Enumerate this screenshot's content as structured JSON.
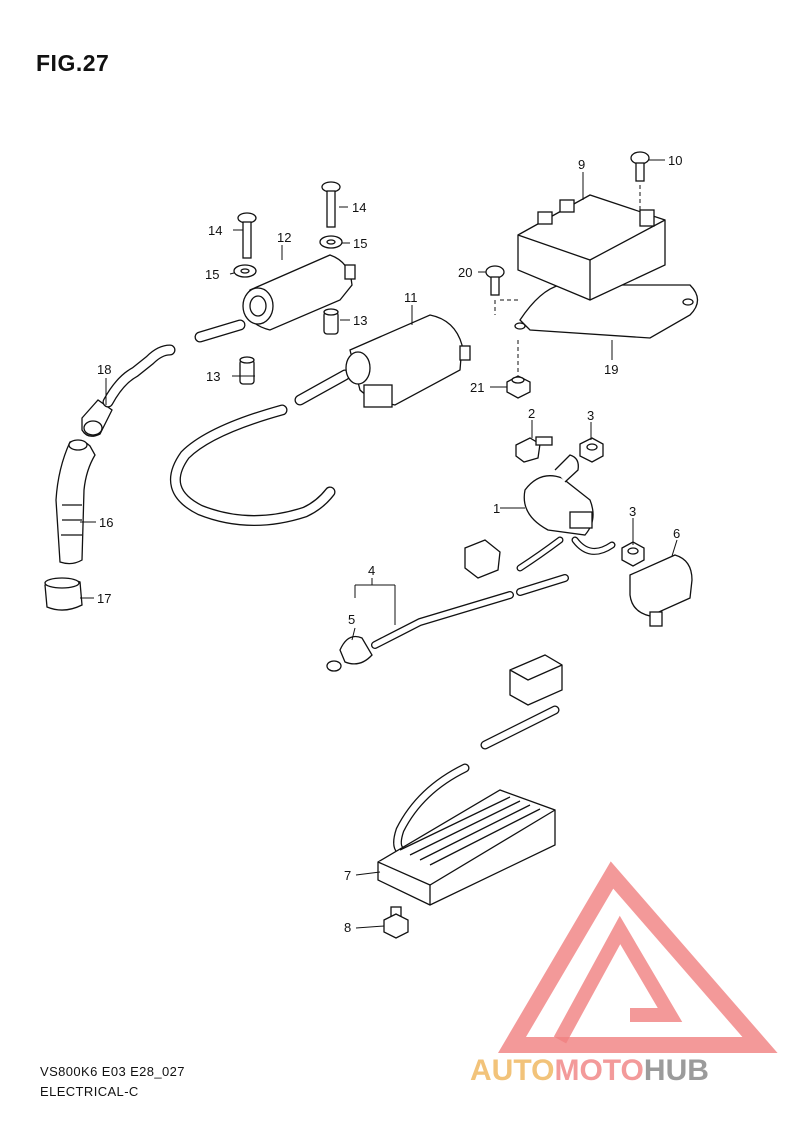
{
  "figure": {
    "title": "FIG.27",
    "model_code": "VS800K6 E03 E28_027",
    "section": "ELECTRICAL-C"
  },
  "watermark": {
    "brand_parts": [
      "AUTO",
      "MOTO",
      "HUB"
    ],
    "colors": {
      "triangle": "#f08080",
      "auto": "#f2c37a",
      "moto": "#f39a9a",
      "hub": "#9b9b9b"
    }
  },
  "callouts": {
    "p1": "1",
    "p2": "2",
    "p3a": "3",
    "p3b": "3",
    "p4": "4",
    "p5": "5",
    "p6": "6",
    "p7": "7",
    "p8": "8",
    "p9": "9",
    "p10": "10",
    "p11": "11",
    "p12": "12",
    "p13a": "13",
    "p13b": "13",
    "p14a": "14",
    "p14b": "14",
    "p15a": "15",
    "p15b": "15",
    "p16": "16",
    "p17": "17",
    "p18": "18",
    "p19": "19",
    "p20": "20",
    "p21": "21"
  }
}
